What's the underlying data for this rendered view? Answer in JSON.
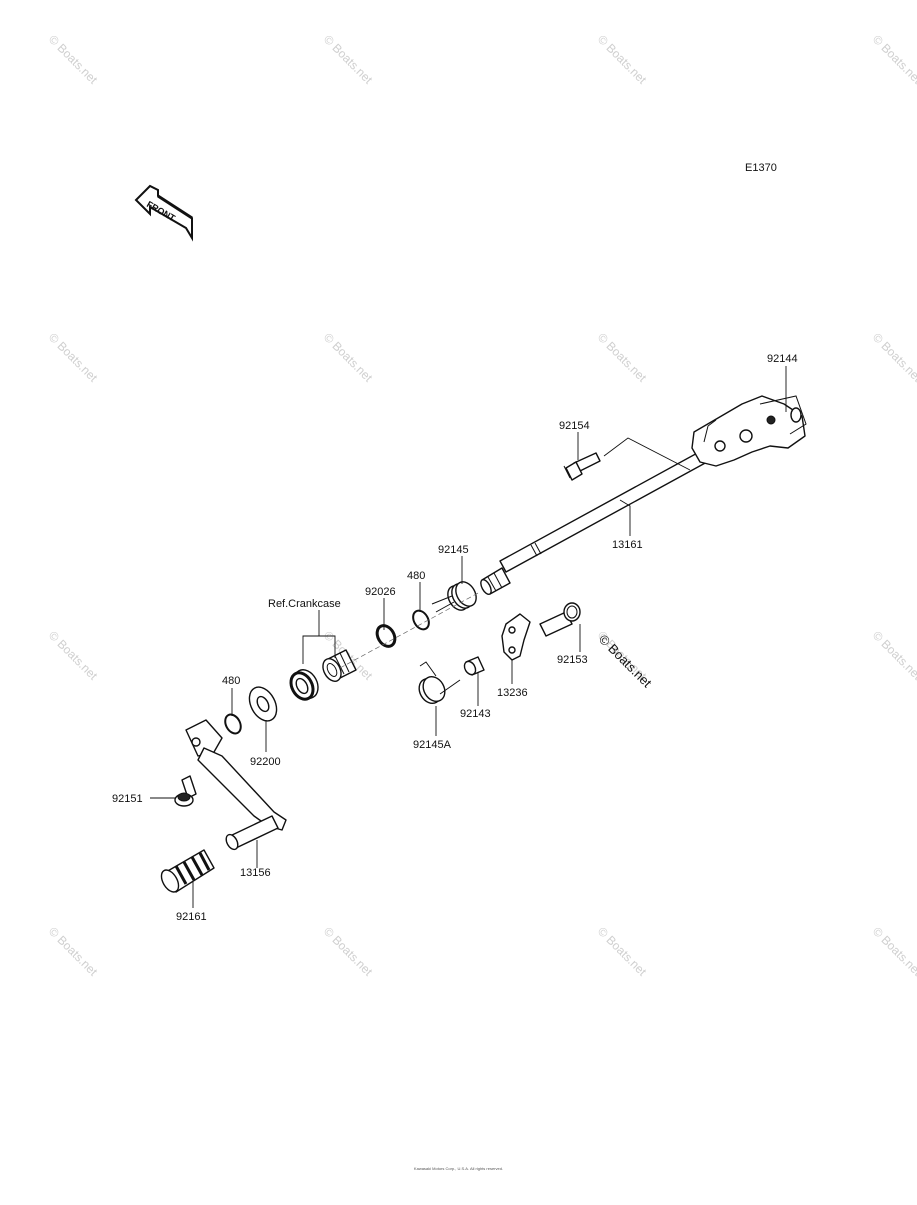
{
  "diagram_code": "E1370",
  "front_arrow": "FRONT",
  "ref_label": "Ref.Crankcase",
  "copyright_mark": "© Boats.net",
  "watermark_text": "© Boats.net",
  "footer_line1": "Kawasaki Motors Corp., U.S.A. All rights reserved.",
  "footer_line2": "",
  "parts": {
    "p92144": "92144",
    "p92154": "92154",
    "p13161": "13161",
    "p92145": "92145",
    "p480a": "480",
    "p92026": "92026",
    "p92153": "92153",
    "p13236": "13236",
    "p92143": "92143",
    "p92145A": "92145A",
    "p480b": "480",
    "p92200": "92200",
    "p92151": "92151",
    "p13156": "13156",
    "p92161": "92161"
  }
}
